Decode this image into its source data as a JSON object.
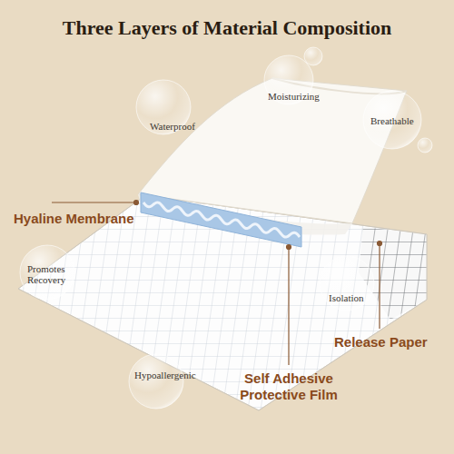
{
  "diagram": {
    "title": "Three Layers of Material Composition",
    "labels": [
      "Waterproof",
      "Moisturizing",
      "Breathable",
      "Hyaline Membrane",
      "Promotes Recovery",
      "Isolation",
      "Release Paper",
      "Hypoallergenic",
      "Self Adhesive Protective Film"
    ]
  }
}
